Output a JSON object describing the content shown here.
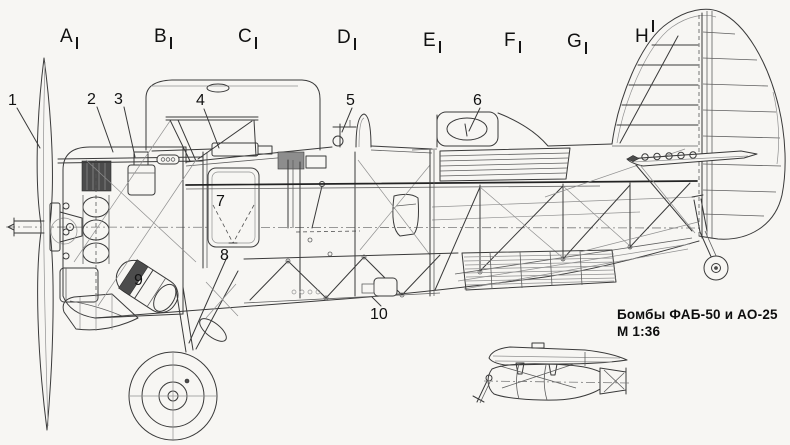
{
  "drawing": {
    "title_hidden": "",
    "section_markers": [
      {
        "label": "A"
      },
      {
        "label": "B"
      },
      {
        "label": "C"
      },
      {
        "label": "D"
      },
      {
        "label": "E"
      },
      {
        "label": "F"
      },
      {
        "label": "G"
      },
      {
        "label": "H"
      }
    ],
    "callouts": [
      {
        "number": "1"
      },
      {
        "number": "2"
      },
      {
        "number": "3"
      },
      {
        "number": "4"
      },
      {
        "number": "5"
      },
      {
        "number": "6"
      },
      {
        "number": "7"
      },
      {
        "number": "8"
      },
      {
        "number": "9"
      },
      {
        "number": "10"
      }
    ],
    "caption": {
      "line1": "Бомбы ФАБ-50 и АО-25",
      "line2": "М 1:36"
    },
    "colors": {
      "paper": "#f7f6f3",
      "ink": "#3a3a3a",
      "text": "#111111"
    }
  }
}
